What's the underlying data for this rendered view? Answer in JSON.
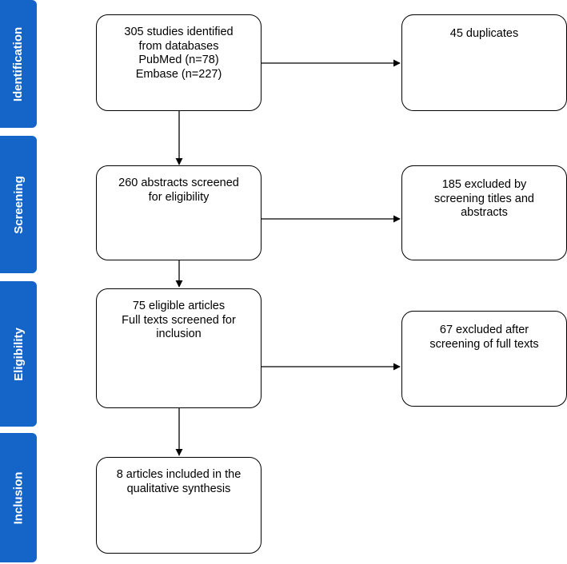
{
  "colors": {
    "stage_tab": "#1565c8",
    "stage_text": "#ffffff",
    "box_border": "#000000",
    "arrow": "#000000"
  },
  "stages": [
    "Identification",
    "Screening",
    "Eligibility",
    "Inclusion"
  ],
  "main_boxes": [
    {
      "lines": [
        "305 studies identified",
        "from databases",
        "PubMed (n=78)",
        "Embase (n=227)"
      ]
    },
    {
      "lines": [
        "260 abstracts screened",
        "for eligibility"
      ]
    },
    {
      "lines": [
        "75 eligible articles",
        "Full texts screened for",
        "inclusion"
      ]
    },
    {
      "lines": [
        "8 articles included in the",
        "qualitative synthesis"
      ]
    }
  ],
  "side_boxes": [
    {
      "lines": [
        "45 duplicates"
      ]
    },
    {
      "lines": [
        "185 excluded by",
        "screening titles and",
        "abstracts"
      ]
    },
    {
      "lines": [
        "67 excluded after",
        "screening of full texts"
      ]
    }
  ]
}
